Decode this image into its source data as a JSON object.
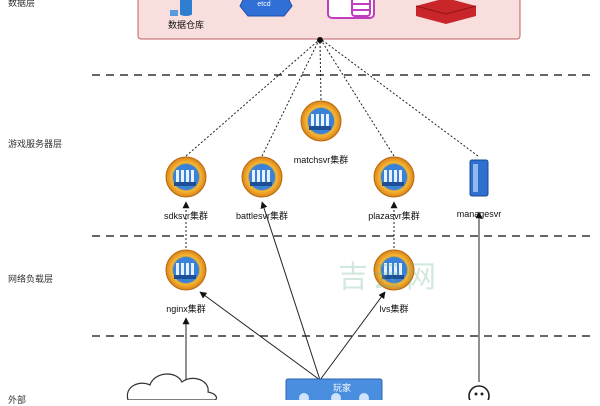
{
  "layers": {
    "data": "数据层",
    "game_servers": "游戏服务器层",
    "load_balancing": "网络负载层",
    "external": "外部"
  },
  "nodes": {
    "data_warehouse": "数据仓库",
    "etcd": "etcd",
    "matchsvr": "matchsvr集群",
    "sdksvr": "sdksvr集群",
    "battlesvr": "battlesvr集群",
    "plazasvr": "plazasvr集群",
    "managesvr": "managesvr",
    "nginx": "nginx集群",
    "lvs": "lvs集群",
    "player": "玩家"
  },
  "watermark": "吉云网",
  "colors": {
    "data_panel_bg": "#f9dede",
    "data_panel_border": "#c06060",
    "server_ring": "#f0a020",
    "server_core": "#2a6fc4",
    "etcd_blue": "#2f6fd6",
    "db_purple": "#c03dbf",
    "redis_red": "#c8262a",
    "player_bar": "#4a8ee0"
  }
}
